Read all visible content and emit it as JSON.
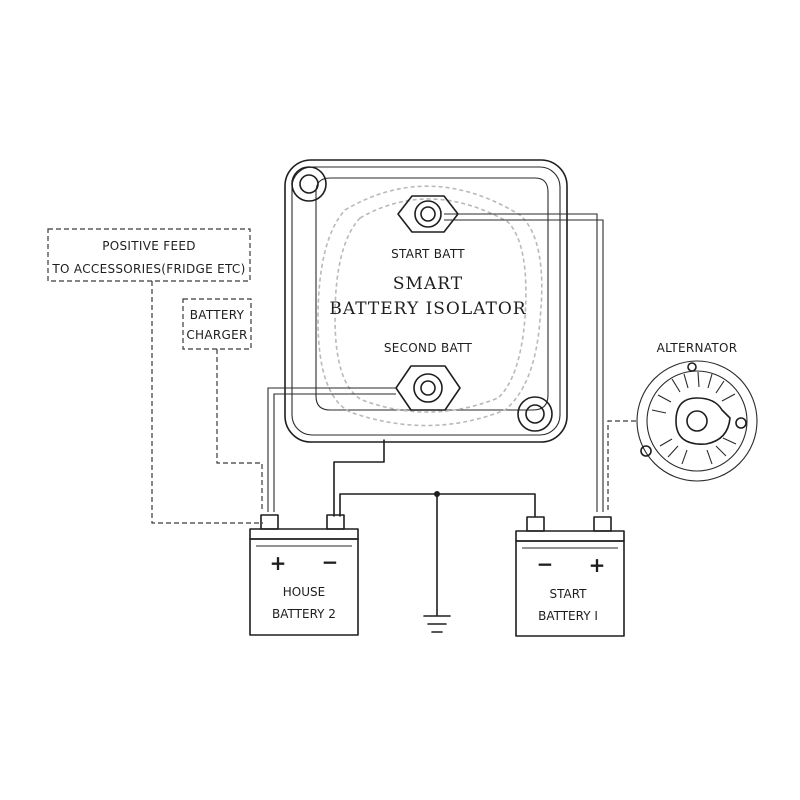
{
  "isolator": {
    "title_line1": "SMART",
    "title_line2": "BATTERY ISOLATOR",
    "start_terminal_label": "START BATT",
    "second_terminal_label": "SECOND BATT"
  },
  "accessories_box": {
    "line1": "POSITIVE FEED",
    "line2": "TO ACCESSORIES(FRIDGE ETC)"
  },
  "charger_box": {
    "line1": "BATTERY",
    "line2": "CHARGER"
  },
  "alternator": {
    "label": "ALTERNATOR"
  },
  "house_battery": {
    "line1": "HOUSE",
    "line2": "BATTERY 2",
    "plus_symbol": "+",
    "minus_symbol": "−"
  },
  "start_battery": {
    "line1": "START",
    "line2": "BATTERY I",
    "plus_symbol": "+",
    "minus_symbol": "−"
  },
  "ground": {
    "icon": "ground-icon"
  }
}
